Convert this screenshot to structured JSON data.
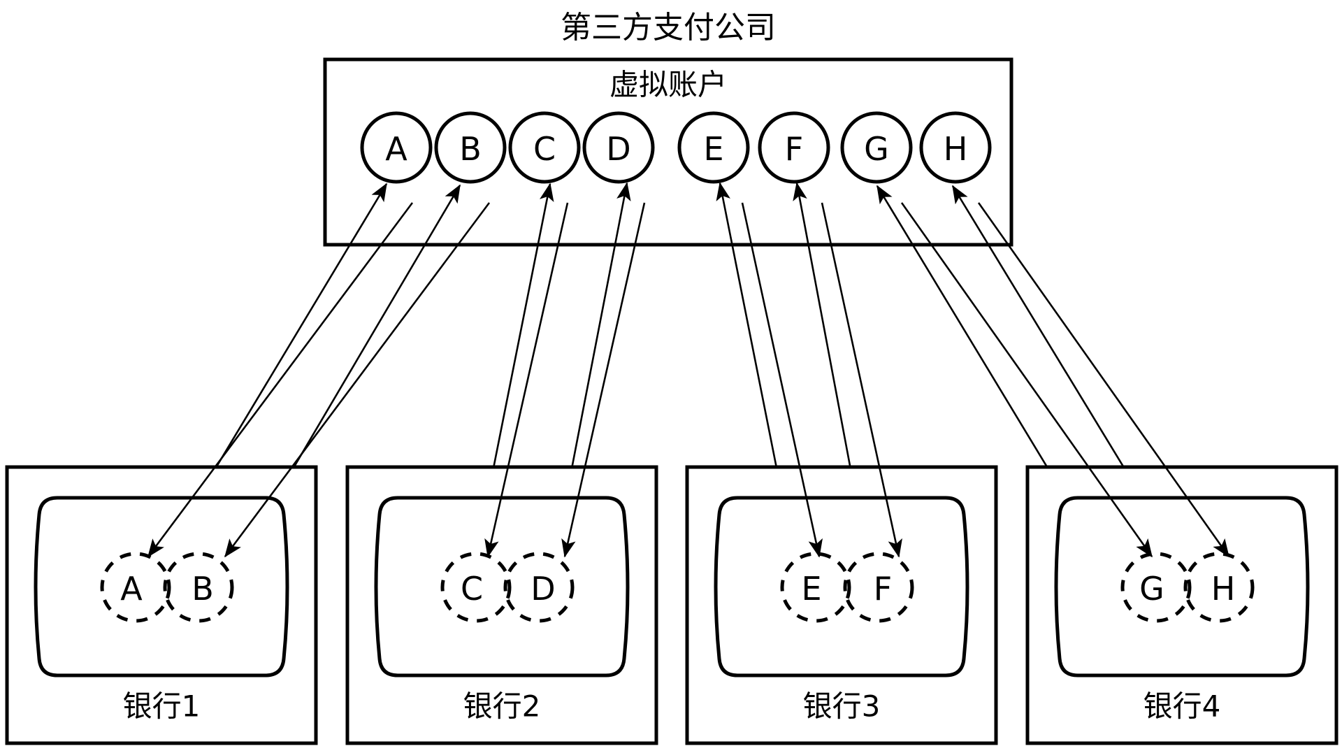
{
  "diagram": {
    "title": "第三方支付公司",
    "provider_box": {
      "section_label": "虚拟账户",
      "virtual_accounts": [
        {
          "id": "A",
          "label": "A"
        },
        {
          "id": "B",
          "label": "B"
        },
        {
          "id": "C",
          "label": "C"
        },
        {
          "id": "D",
          "label": "D"
        },
        {
          "id": "E",
          "label": "E"
        },
        {
          "id": "F",
          "label": "F"
        },
        {
          "id": "G",
          "label": "G"
        },
        {
          "id": "H",
          "label": "H"
        }
      ]
    },
    "banks": [
      {
        "name": "银行1",
        "accounts": [
          {
            "id": "A",
            "label": "A"
          },
          {
            "id": "B",
            "label": "B"
          }
        ]
      },
      {
        "name": "银行2",
        "accounts": [
          {
            "id": "C",
            "label": "C"
          },
          {
            "id": "D",
            "label": "D"
          }
        ]
      },
      {
        "name": "银行3",
        "accounts": [
          {
            "id": "E",
            "label": "E"
          },
          {
            "id": "F",
            "label": "F"
          }
        ]
      },
      {
        "name": "银行4",
        "accounts": [
          {
            "id": "G",
            "label": "G"
          },
          {
            "id": "H",
            "label": "H"
          }
        ]
      }
    ],
    "connections": [
      {
        "from": "bank-account-A",
        "to": "virtual-account-A",
        "direction": "both"
      },
      {
        "from": "bank-account-B",
        "to": "virtual-account-B",
        "direction": "both"
      },
      {
        "from": "bank-account-C",
        "to": "virtual-account-C",
        "direction": "both"
      },
      {
        "from": "bank-account-D",
        "to": "virtual-account-D",
        "direction": "both"
      },
      {
        "from": "bank-account-E",
        "to": "virtual-account-E",
        "direction": "both"
      },
      {
        "from": "bank-account-F",
        "to": "virtual-account-F",
        "direction": "both"
      },
      {
        "from": "bank-account-G",
        "to": "virtual-account-G",
        "direction": "both"
      },
      {
        "from": "bank-account-H",
        "to": "virtual-account-H",
        "direction": "both"
      }
    ],
    "colors": {
      "stroke": "#000000",
      "background": "#ffffff"
    }
  }
}
